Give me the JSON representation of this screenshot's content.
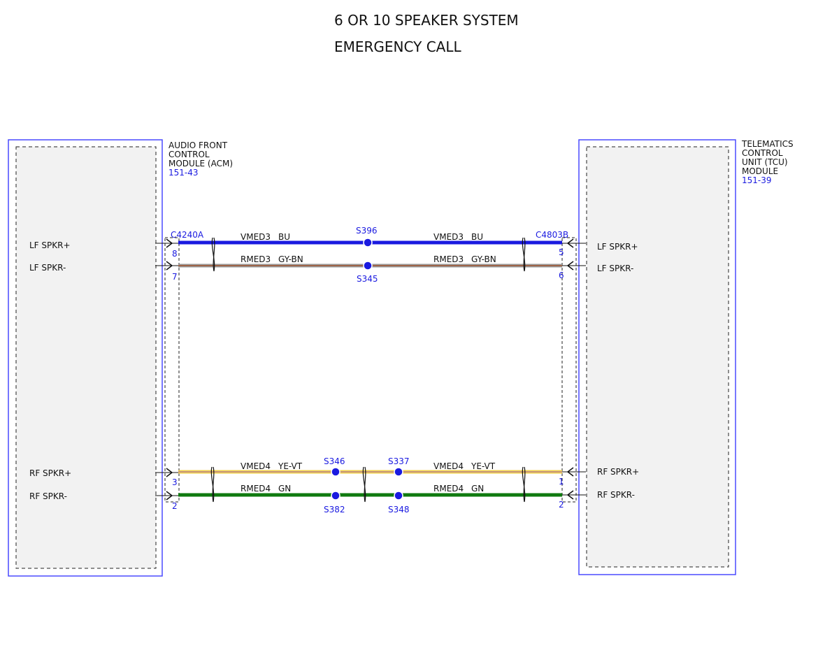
{
  "title": {
    "line1": "6 OR 10 SPEAKER SYSTEM",
    "line2": "EMERGENCY CALL"
  },
  "colors": {
    "module_border": "#4a4aff",
    "module_fill": "#f2f2f2",
    "ref_text": "#1a1ae0",
    "splice": "#1a1ae0",
    "wire_bu": "#1a1ae0",
    "wire_gy": "#9a9a9a",
    "wire_bn": "#a0522d",
    "wire_ye": "#f2d24a",
    "wire_vt": "#9b59b6",
    "wire_gn": "#0f7a0f"
  },
  "left_module": {
    "name_lines": [
      "AUDIO FRONT",
      "CONTROL",
      "MODULE (ACM)"
    ],
    "ref": "151-43",
    "connector": "C4240A",
    "pins": [
      {
        "label": "LF SPKR+",
        "pin": "8"
      },
      {
        "label": "LF SPKR-",
        "pin": "7"
      },
      {
        "label": "RF SPKR+",
        "pin": "3"
      },
      {
        "label": "RF SPKR-",
        "pin": "2"
      }
    ]
  },
  "right_module": {
    "name_lines": [
      "TELEMATICS",
      "CONTROL",
      "UNIT (TCU)",
      "MODULE"
    ],
    "ref": "151-39",
    "connector": "C4803B",
    "pins": [
      {
        "label": "LF SPKR+",
        "pin": "5"
      },
      {
        "label": "LF SPKR-",
        "pin": "6"
      },
      {
        "label": "RF SPKR+",
        "pin": "1"
      },
      {
        "label": "RF SPKR-",
        "pin": "2"
      }
    ]
  },
  "wires": [
    {
      "circuit": "VMED3",
      "color": "BU",
      "splices": [
        "S396"
      ]
    },
    {
      "circuit": "RMED3",
      "color": "GY-BN",
      "splices": [
        "S345"
      ]
    },
    {
      "circuit": "VMED4",
      "color": "YE-VT",
      "splices": [
        "S346",
        "S337"
      ]
    },
    {
      "circuit": "RMED4",
      "color": "GN",
      "splices": [
        "S382",
        "S348"
      ]
    }
  ]
}
